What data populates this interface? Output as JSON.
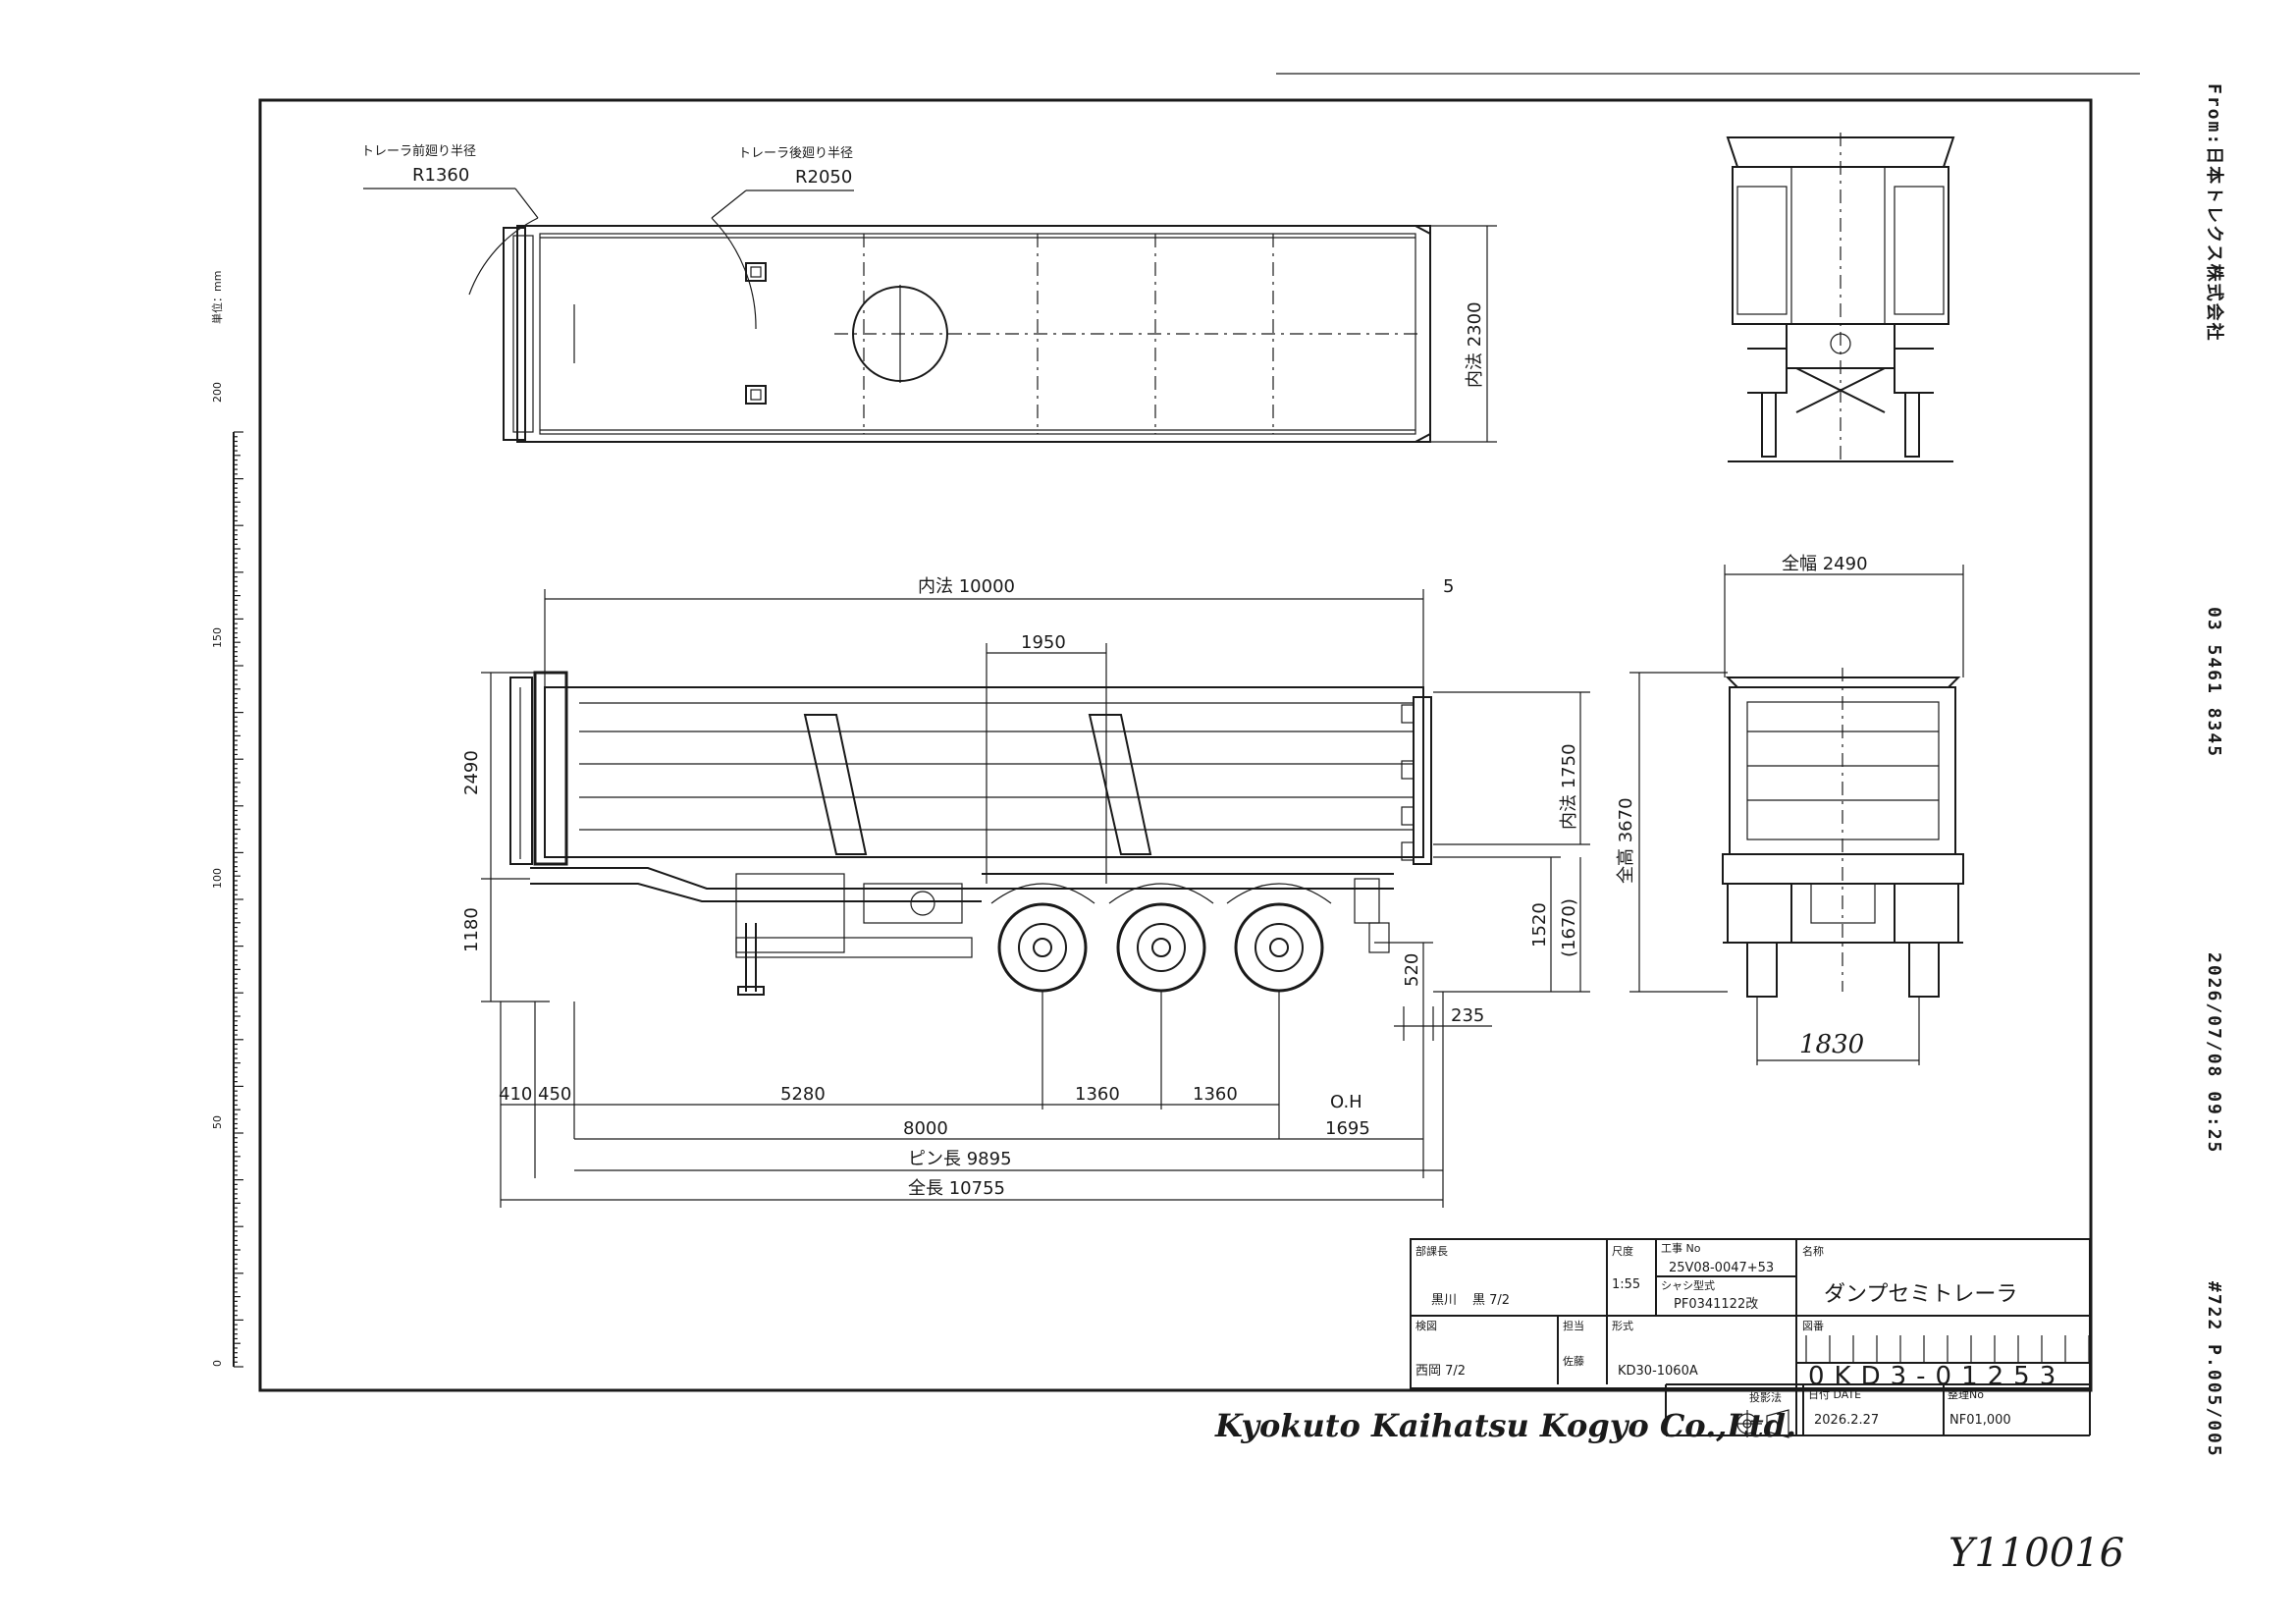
{
  "fax_header": {
    "from": "From:日本トレクス株式会社",
    "phone": "03 5461 8345",
    "datetime": "2026/07/08 09:25",
    "page": "#722 P.005/005"
  },
  "scale_labels": [
    "単位：mm",
    "200",
    "150",
    "100",
    "50",
    "0"
  ],
  "top_view": {
    "front_radius_label": "トレーラ前廻り半径",
    "front_radius_value": "R1360",
    "rear_radius_label": "トレーラ後廻り半径",
    "rear_radius_value": "R2050",
    "inner_width": "内法 2300"
  },
  "side_view": {
    "inner_length": "内法 10000",
    "gap": "5",
    "span_1950": "1950",
    "height_2490": "2490",
    "height_1180": "1180",
    "inner_height": "内法 1750",
    "height_1520": "1520",
    "height_1670": "(1670)",
    "height_520": "520",
    "dim_235": "235",
    "dim_410": "410",
    "dim_450": "450",
    "dim_5280": "5280",
    "dim_1360a": "1360",
    "dim_1360b": "1360",
    "oh_label": "O.H",
    "oh_value": "1695",
    "dim_8000": "8000",
    "pin_length": "ピン長 9895",
    "total_length": "全長 10755"
  },
  "rear_view": {
    "total_width": "全幅 2490",
    "total_height": "全高 3670",
    "track": "1830"
  },
  "title_block": {
    "dept_label": "部課長",
    "dept_value": "黒川",
    "dept_sign": "黒 7/2",
    "scale_label": "尺度",
    "scale": "1:55",
    "work_no_label": "工事 No",
    "work_no": "25V08-0047+53",
    "chassis_label": "シャシ型式",
    "chassis": "PF0341122改",
    "name_label": "名称",
    "name": "ダンプセミトレーラ",
    "check_label": "検図",
    "check_sign": "西岡 7/2",
    "draw_label": "担当",
    "draw_value": "佐藤",
    "model_label": "形式",
    "model": "KD30-1060A",
    "dwg_no_label": "図番",
    "dwg_no": "0KD3-01253",
    "projection_label": "投影法",
    "date_label": "日付 DATE",
    "date": "2026.2.27",
    "file_label": "整理No",
    "file_no": "NF01,000"
  },
  "company": "Kyokuto Kaihatsu Kogyo Co.,Ltd.",
  "handwritten_id": "Y110016"
}
